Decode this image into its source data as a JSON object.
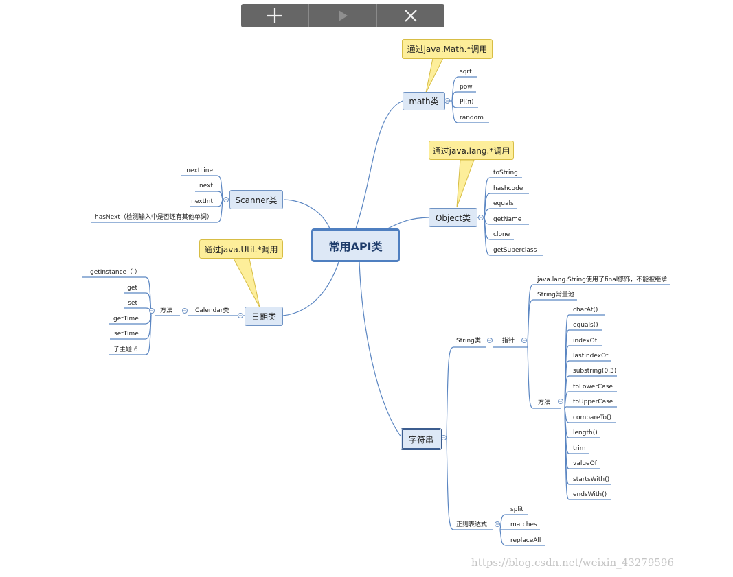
{
  "toolbar": {
    "add_icon": "plus-icon",
    "play_icon": "play-icon",
    "close_icon": "close-icon",
    "bg": "#666666"
  },
  "center": {
    "label": "常用API类"
  },
  "math": {
    "label": "math类",
    "note": "通过java.Math.*调用",
    "items": [
      "sqrt",
      "pow",
      "PI(π)",
      "random"
    ]
  },
  "object": {
    "label": "Object类",
    "note": "通过java.lang.*调用",
    "items": [
      "toString",
      "hashcode",
      "equals",
      "getName",
      "clone",
      "getSuperclass"
    ]
  },
  "scanner": {
    "label": "Scanner类",
    "items": [
      "nextLine",
      "next",
      "nextInt",
      "hasNext（检测输入中是否还有其他单词）"
    ]
  },
  "date": {
    "label": "日期类",
    "note": "通过java.Util.*调用",
    "calendar": "Calendar类",
    "method": "方法",
    "items": [
      "getInstance（ ）",
      "get",
      "set",
      "getTime",
      "setTime",
      "子主题 6"
    ]
  },
  "string": {
    "label": "字符串",
    "string_class": "String类",
    "pointer": "指针",
    "pointer_items": [
      "java.lang.String使用了final修饰，不能被继承",
      "String常量池"
    ],
    "method": "方法",
    "method_items": [
      "charAt()",
      "equals()",
      "indexOf",
      "lastIndexOf",
      "substring(0,3)",
      "toLowerCase",
      "toUpperCase",
      "compareTo()",
      "length()",
      "trim",
      "valueOf",
      "startsWith()",
      "endsWith()"
    ],
    "regex": "正则表达式",
    "regex_items": [
      "split",
      "matches",
      "replaceAll"
    ]
  },
  "watermark": "https://blog.csdn.net/weixin_43279596",
  "colors": {
    "line": "#4f7fc0",
    "node_fill": "#dde8f6",
    "callout_fill": "#fdee9a"
  }
}
